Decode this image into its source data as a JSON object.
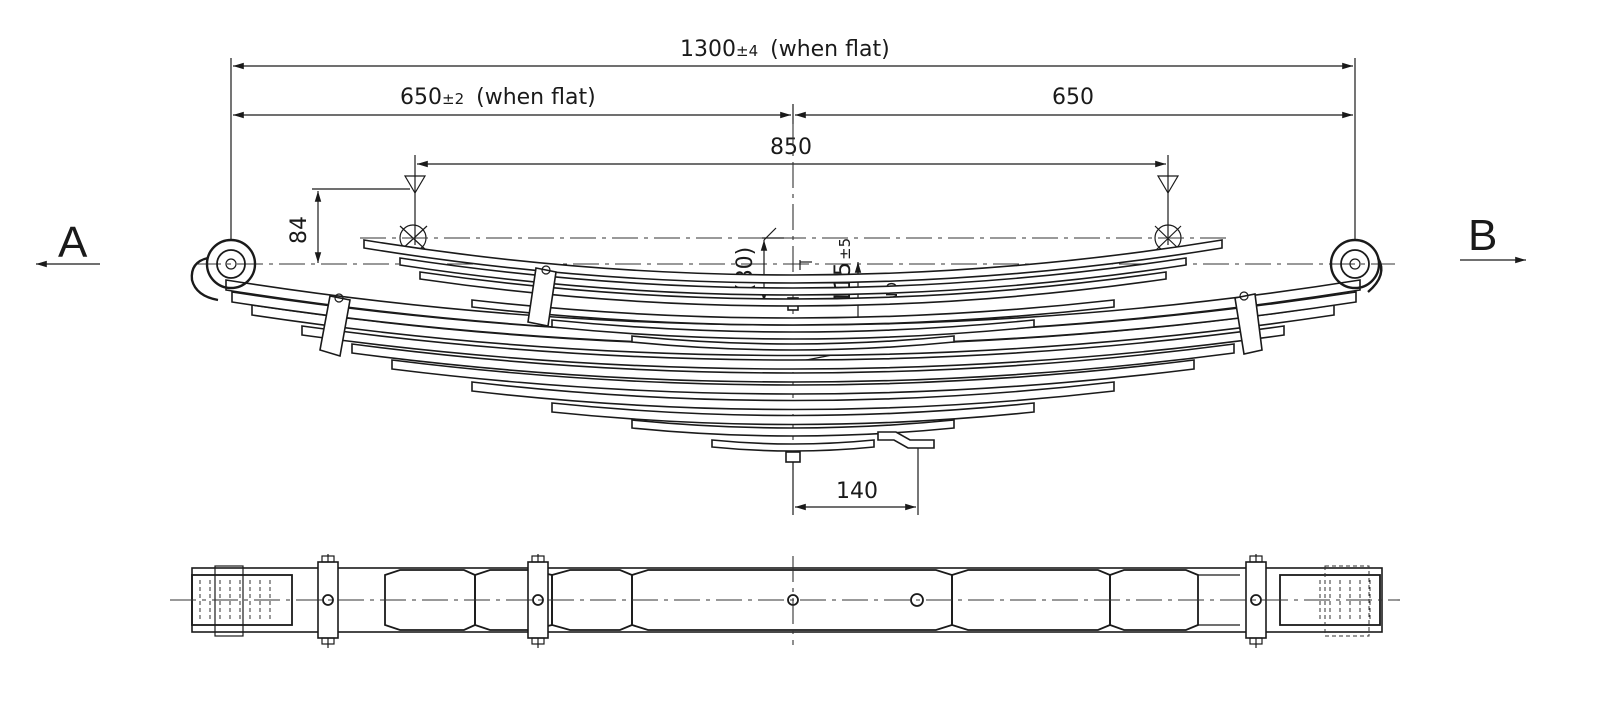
{
  "dimensions": {
    "overall_length": "1300",
    "overall_tol": "±4",
    "overall_note": "(when flat)",
    "half_left": "650",
    "half_left_tol": "±2",
    "half_left_note": "(when flat)",
    "half_right": "650",
    "helper_span": "850",
    "helper_height": "84",
    "center_gap": "(80)",
    "camber": "115",
    "camber_tol": "±5",
    "camber_note": "CM",
    "clip_offset": "140"
  },
  "views": {
    "left": "A",
    "right": "B"
  }
}
